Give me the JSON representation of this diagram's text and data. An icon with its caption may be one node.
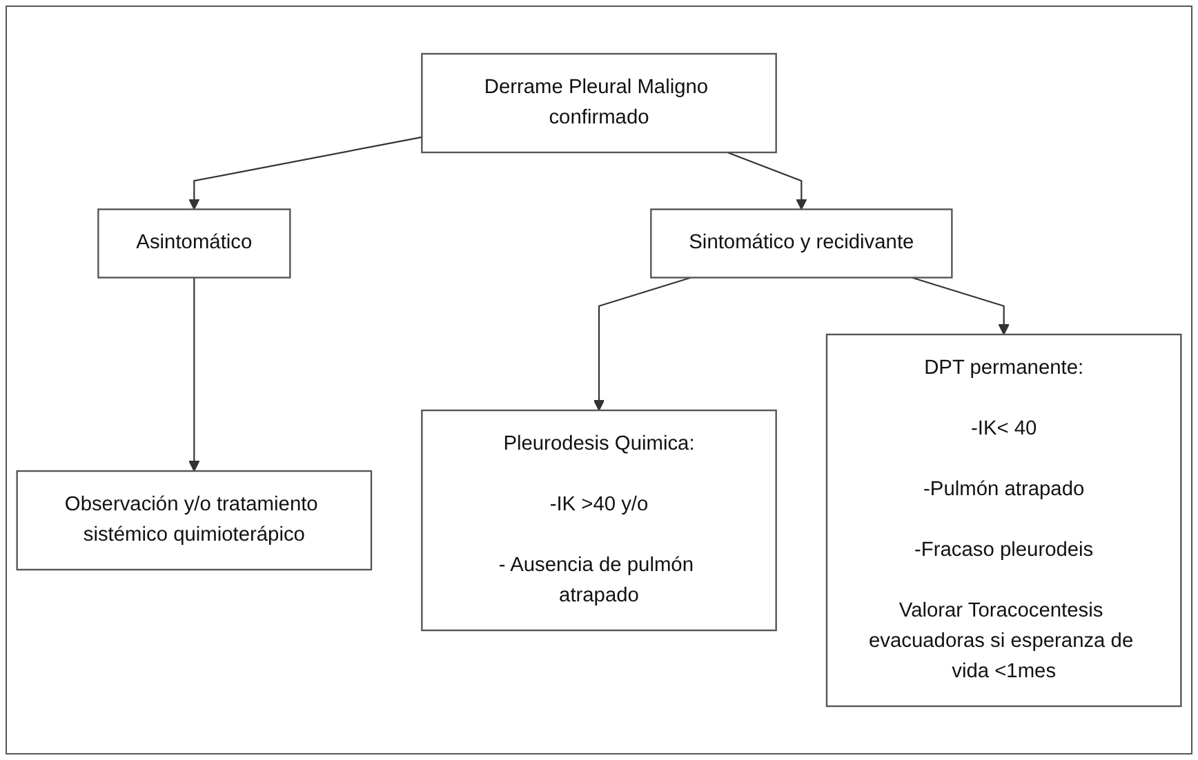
{
  "diagram": {
    "nodes": [
      {
        "text": [
          "Derrame Pleural Maligno confirmado"
        ]
      },
      {
        "text": [
          "Asintomático"
        ]
      },
      {
        "text": [
          "Sintomático y recidivante"
        ]
      },
      {
        "text": [
          "Observación y/o tratamiento sistémico quimioterápico"
        ]
      },
      {
        "text": [
          "Pleurodesis Quimica:",
          "-IK >40 y/o",
          "- Ausencia de pulmón atrapado"
        ]
      },
      {
        "text": [
          "DPT permanente:",
          "-IK< 40",
          "-Pulmón atrapado",
          "-Fracaso pleurodeis",
          "Valorar Toracocentesis evacuadoras si esperanza de vida <1mes"
        ]
      }
    ],
    "edges": [
      {
        "from": 0,
        "to": 1,
        "arrow": "to"
      },
      {
        "from": 0,
        "to": 2,
        "arrow": "to"
      },
      {
        "from": 1,
        "to": 3,
        "arrow": "to"
      },
      {
        "from": 2,
        "to": 4,
        "arrow": "to"
      },
      {
        "from": 2,
        "to": 5,
        "arrow": "to"
      }
    ]
  }
}
